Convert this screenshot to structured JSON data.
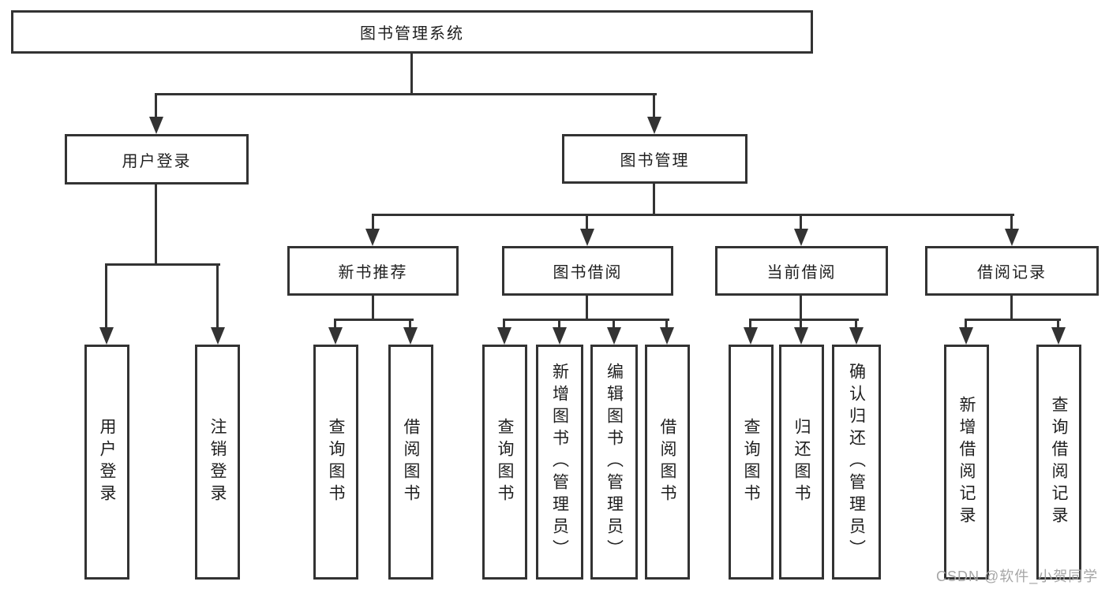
{
  "diagram": {
    "type": "hierarchy",
    "colors": {
      "line": "#333333",
      "box_border": "#333333",
      "box_fill": "#ffffff",
      "text": "#1f1f1f",
      "watermark": "#a6a6a6"
    },
    "nodes": {
      "root": {
        "label": "图书管理系统",
        "children": [
          "user_login",
          "book_mgmt"
        ]
      },
      "user_login": {
        "label": "用户登录",
        "children": [
          "login",
          "logout"
        ]
      },
      "book_mgmt": {
        "label": "图书管理",
        "children": [
          "new_book_rec",
          "book_borrow",
          "current_borrow",
          "borrow_records"
        ]
      },
      "new_book_rec": {
        "label": "新书推荐",
        "children": [
          "nbr_query_book",
          "nbr_borrow_book"
        ]
      },
      "book_borrow": {
        "label": "图书借阅",
        "children": [
          "bb_query_book",
          "bb_add_book",
          "bb_edit_book",
          "bb_borrow_book"
        ]
      },
      "current_borrow": {
        "label": "当前借阅",
        "children": [
          "cb_query_book",
          "cb_return_book",
          "cb_confirm_return"
        ]
      },
      "borrow_records": {
        "label": "借阅记录",
        "children": [
          "br_add_record",
          "br_query_record"
        ]
      },
      "login": {
        "label": "用户登录"
      },
      "logout": {
        "label": "注销登录"
      },
      "nbr_query_book": {
        "label": "查询图书"
      },
      "nbr_borrow_book": {
        "label": "借阅图书"
      },
      "bb_query_book": {
        "label": "查询图书"
      },
      "bb_add_book": {
        "label": "新增图书（管理员）"
      },
      "bb_edit_book": {
        "label": "编辑图书（管理员）"
      },
      "bb_borrow_book": {
        "label": "借阅图书"
      },
      "cb_query_book": {
        "label": "查询图书"
      },
      "cb_return_book": {
        "label": "归还图书"
      },
      "cb_confirm_return": {
        "label": "确认归还（管理员）"
      },
      "br_add_record": {
        "label": "新增借阅记录"
      },
      "br_query_record": {
        "label": "查询借阅记录"
      }
    },
    "watermark": "CSDN @软件_小贺同学"
  }
}
